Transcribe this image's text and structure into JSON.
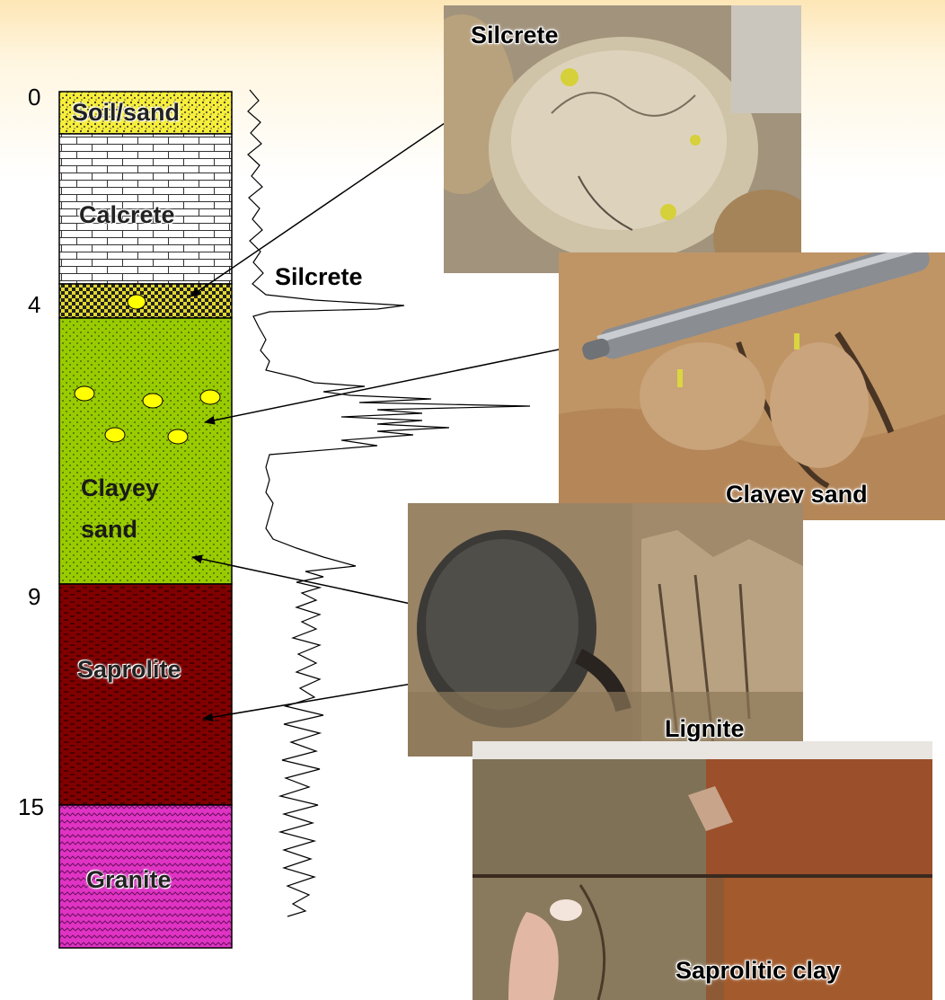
{
  "depth_scale": {
    "ticks": [
      "0",
      "4",
      "9",
      "15"
    ]
  },
  "column": {
    "layers": [
      {
        "name": "Soil/sand",
        "color": "#f7ee3a",
        "pattern": "speckled"
      },
      {
        "name": "Calcrete",
        "color": "#ffffff",
        "pattern": "brick"
      },
      {
        "name": "",
        "color": "#e3d92e",
        "pattern": "checkered",
        "note": "silcrete band"
      },
      {
        "name": "Clayey sand",
        "color": "#99cc00",
        "pattern": "dotted"
      },
      {
        "name": "Saprolite",
        "color": "#800000",
        "pattern": "dashed"
      },
      {
        "name": "Granite",
        "color": "#e033c4",
        "pattern": "wavy"
      }
    ],
    "nodule_color": "#ffff00"
  },
  "log_trace": {
    "label": "Silcrete"
  },
  "photos": [
    {
      "id": "silcrete",
      "label": "Silcrete",
      "tone": "#b9ab90"
    },
    {
      "id": "clayey-sand",
      "label": "Clayey sand",
      "tone": "#b98d5e"
    },
    {
      "id": "lignite",
      "label": "Lignite",
      "tone": "#8f7a5c"
    },
    {
      "id": "saprolitic-clay",
      "label": "Saprolitic clay",
      "tone": "#9a5a33"
    }
  ]
}
